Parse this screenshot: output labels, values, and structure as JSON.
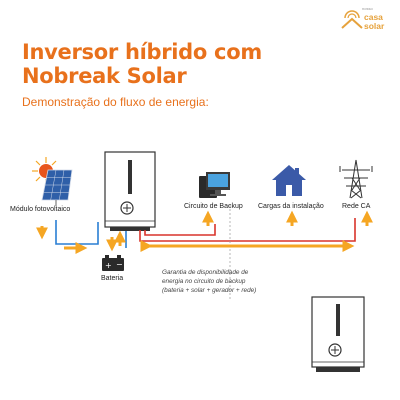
{
  "brand": {
    "small": "nosso",
    "line1": "casa",
    "line2": "solar"
  },
  "title": {
    "line1": "Inversor híbrido com",
    "line2": "Nobreak Solar"
  },
  "subtitle": "Demonstração do fluxo de energia:",
  "labels": {
    "pv": "Módulo fotovoltaico",
    "battery": "Bateria",
    "backup": "Circuito de Backup",
    "loads": "Cargas da instalação",
    "grid": "Rede CA"
  },
  "note": {
    "line1": "Garantia de disponibilidade de",
    "line2": "energia no circuito de backup",
    "line3": "(bateria + solar + gerador + rede)"
  },
  "colors": {
    "orange": "#e8711c",
    "arrow": "#f5a623",
    "red": "#d9342b",
    "blue": "#2a7fd4",
    "house": "#3b5aa8"
  }
}
